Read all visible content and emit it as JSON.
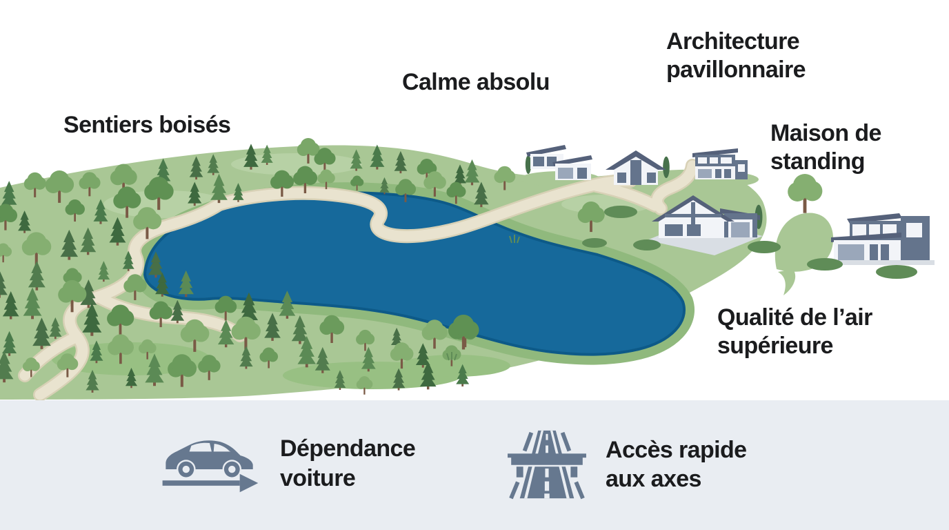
{
  "annotations": {
    "trails": "Sentiers boisés",
    "calm": "Calme absolu",
    "architecture": "Architecture pavillonnaire",
    "standing": "Maison de standing",
    "air": "Qualité de l’air supérieure"
  },
  "features": [
    {
      "icon": "car-icon",
      "label": "Dépendance voiture"
    },
    {
      "icon": "highway-icon",
      "label": "Accès rapide aux axes"
    }
  ],
  "scene": {
    "colors": {
      "text": "#1b1c1e",
      "band_bg": "#e9edf2",
      "lake": "#16699b",
      "lake_edge": "#0d5a88",
      "grass": "#a9c795",
      "grass_dark": "#98c083",
      "grass_light": "#b7d1a5",
      "shore": "#90b97d",
      "path": "#e9e3cf",
      "path_edge": "#d8d1b6",
      "driveway": "#d9dee4",
      "slate": "#64748c",
      "slate_dark": "#55617a",
      "slate_light": "#9aa7ba",
      "wall": "#f2f4f8",
      "icon_slate": "#66788f",
      "trunk": "#7a5a46",
      "bush": "#5f8c57",
      "cypress": "#47714b",
      "pines": [
        "#3e693f",
        "#4a7a4b",
        "#527c4e",
        "#5b8a55",
        "#486f47"
      ],
      "leafy": [
        "#6b9b5c",
        "#7aa768",
        "#5f9153",
        "#85af71"
      ]
    }
  }
}
